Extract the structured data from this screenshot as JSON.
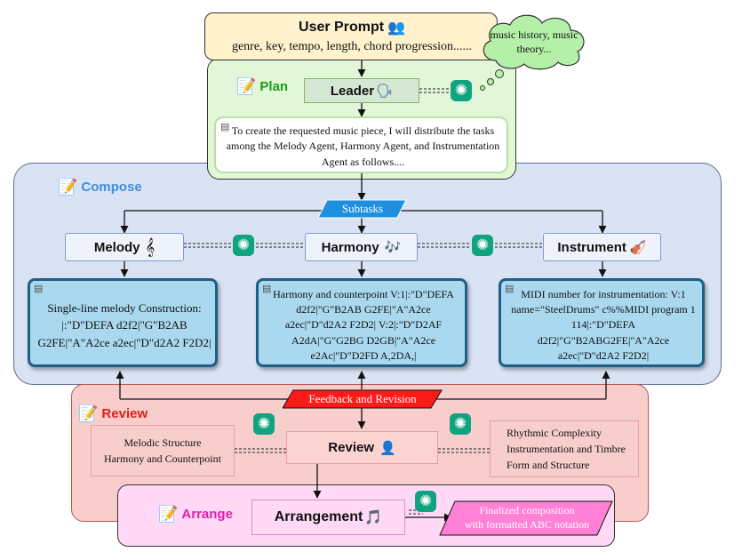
{
  "prompt": {
    "title": "User Prompt",
    "title_icon": "👥",
    "subtitle": "genre, key, tempo, length, chord progression......"
  },
  "cloud": {
    "text": "music history, music theory..."
  },
  "plan": {
    "label": "Plan",
    "leader": "Leader",
    "leader_icon": "🗣",
    "message": "To create the requested music piece, I will distribute the tasks among the Melody Agent, Harmony Agent, and Instrumentation Agent as follows...."
  },
  "compose": {
    "label": "Compose",
    "subtasks": "Subtasks",
    "agents": {
      "melody": "Melody",
      "melody_icon": "𝄞",
      "harmony": "Harmony",
      "harmony_icon": "🎶",
      "instrument": "Instrument",
      "instrument_icon": "🎻"
    },
    "boxes": {
      "melody": "Single-line melody Construction: |:\"D\"DEFA d2f2|\"G\"B2AB G2FE|\"A\"A2ce a2ec|\"D\"d2A2 F2D2|",
      "harmony": "Harmony and counterpoint V:1|:\"D\"DEFA d2f2|\"G\"B2AB G2FE|\"A\"A2ce a2ec|\"D\"d2A2 F2D2| V:2|:\"D\"D2AF A2dA|\"G\"G2BG D2GB|\"A\"A2ce e2Ac|\"D\"D2FD A,2DA,|",
      "instrument": "MIDI number for instrumentation: V:1 name=\"SteelDrums\" c%%MIDI program 1 114|:\"D\"DEFA d2f2|\"G\"B2ABG2FE|\"A\"A2ce a2ec|\"D\"d2A2 F2D2|"
    }
  },
  "feedback": {
    "label": "Feedback and Revision"
  },
  "review": {
    "label": "Review",
    "node": "Review",
    "node_icon": "👤",
    "left_lines": [
      "Melodic Structure",
      "Harmony and Counterpoint"
    ],
    "right_lines": [
      "Rhythmic Complexity",
      "Instrumentation and Timbre",
      "Form and Structure"
    ]
  },
  "arrange": {
    "label": "Arrange",
    "node": "Arrangement",
    "node_icon": "🎵",
    "output_lines": [
      "Finalized composition",
      "with formatted ABC notation"
    ]
  },
  "colors": {
    "compose_bg": "#dae3f3",
    "review_bg": "#f8cecc",
    "arrange_bg": "#ffd9f6",
    "plan_bg": "#e2f7d7",
    "prompt_bg": "#fff2cc",
    "agent_box": "#a9d8ef",
    "gpt_green": "#10a37f",
    "feedback_red": "#ff1a1a",
    "subtasks_blue": "#1f8fe0",
    "output_pink": "#ff80d5"
  },
  "icons": [
    "openai-icon",
    "memo-icon",
    "document-icon",
    "cloud-icon"
  ]
}
